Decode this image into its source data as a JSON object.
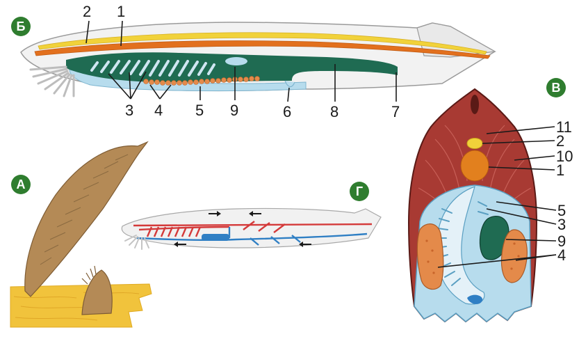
{
  "panels": {
    "A": {
      "badge": "А"
    },
    "B": {
      "badge": "Б",
      "labels": [
        "2",
        "1",
        "3",
        "4",
        "5",
        "9",
        "6",
        "8",
        "7"
      ]
    },
    "V": {
      "badge": "В",
      "labels": [
        "11",
        "2",
        "10",
        "1",
        "5",
        "3",
        "9",
        "4"
      ]
    },
    "G": {
      "badge": "Г"
    }
  },
  "colors": {
    "badge": "#2f7d2f",
    "notochord": "#e2701e",
    "nerve_tube": "#f1d23a",
    "pharynx": "#1f6b52",
    "gill_bars": "#cfe6f2",
    "atrium": "#b7dced",
    "gonads": "#e48a4a",
    "muscle": "#a83a33",
    "sand": "#f1c33c",
    "lancelet_skin": "#b48a56",
    "artery": "#d43a3a",
    "vein": "#2f7fc4"
  }
}
